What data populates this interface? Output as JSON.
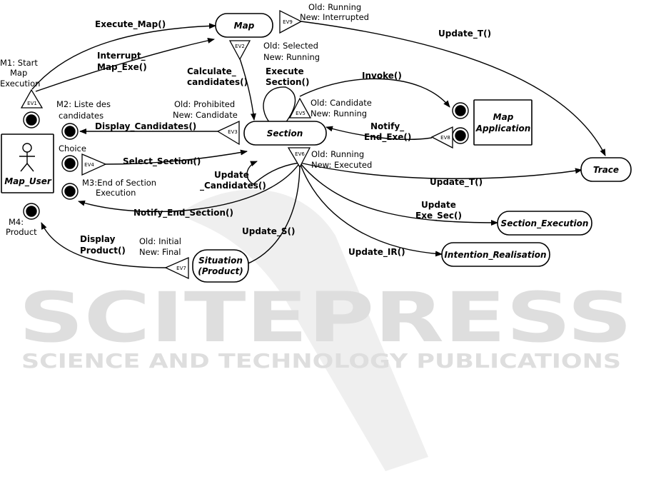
{
  "watermark": {
    "title": "SCITEPRESS",
    "subtitle": "SCIENCE AND TECHNOLOGY PUBLICATIONS"
  },
  "actor": {
    "label": "Map_User"
  },
  "nodes": {
    "map": "Map",
    "section": "Section",
    "map_application_line1": "Map",
    "map_application_line2": "Application",
    "trace": "Trace",
    "section_execution": "Section_Execution",
    "intention_realisation": "Intention_Realisation",
    "situation_line1": "Situation",
    "situation_line2": "(Product)"
  },
  "events": {
    "ev1": "EV1",
    "ev2": "EV2",
    "ev3": "EV3",
    "ev4": "EV4",
    "ev5": "EV5",
    "ev6": "EV6",
    "ev7": "EV7",
    "ev8": "EV8",
    "ev9": "EV9"
  },
  "messages": {
    "execute_map": "Execute_Map()",
    "interrupt_line1": "Interrupt_",
    "interrupt_line2": "Map_Exe()",
    "calculate_line1": "Calculate_",
    "calculate_line2": "candidates()",
    "execute_section_line1": "Execute",
    "execute_section_line2": "Section()",
    "invoke": "Invoke()",
    "notify_exe_line1": "Notify_",
    "notify_exe_line2": "End_Exe()",
    "display_candidates": "Display_Candidates()",
    "select_section": "Select_Section()",
    "update_candidates_line1": "Update",
    "update_candidates_line2": "_Candidates()",
    "notify_end_section": "Notify_End_Section()",
    "update_s": "Update_S()",
    "update_t_top": "Update_T()",
    "update_t_mid": "Update_T()",
    "update_exe_line1": "Update",
    "update_exe_line2": "Exe_Sec()",
    "update_ir": "Update_IR()",
    "display_product_line1": "Display",
    "display_product_line2": "Product()"
  },
  "states": {
    "ev9_old": "Old: Running",
    "ev9_new": "New: Interrupted",
    "ev2_old": "Old: Selected",
    "ev2_new": "New: Running",
    "ev3_old": "Old: Prohibited",
    "ev3_new": "New: Candidate",
    "ev5_old": "Old: Candidate",
    "ev5_new": "New: Running",
    "ev6_old": "Old: Running",
    "ev6_new": "New: Executed",
    "ev7_old": "Old: Initial",
    "ev7_new": "New: Final"
  },
  "milestones": {
    "m1_line1": "M1: Start",
    "m1_line2": "Map",
    "m1_line3": "Execution",
    "m2_line1": "M2: Liste des",
    "m2_line2": "candidates",
    "choice": "Choice",
    "m3_line1": "M3:End of Section",
    "m3_line2": "Execution",
    "m4_line1": "M4:",
    "m4_line2": "Product"
  }
}
